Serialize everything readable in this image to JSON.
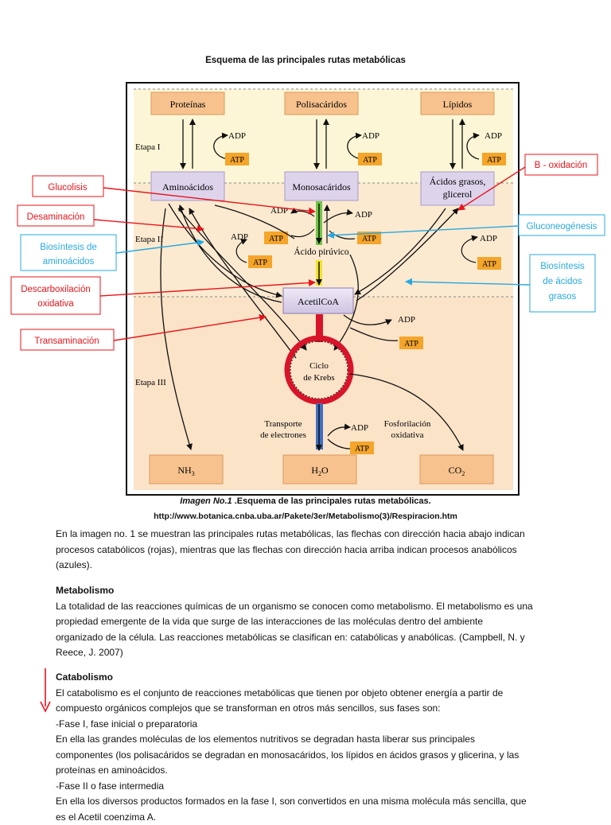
{
  "document": {
    "title": "Esquema de las principales rutas metabólicas"
  },
  "diagram": {
    "boxes": {
      "proteinas": "Proteínas",
      "polisacaridos": "Polisacáridos",
      "lipidos": "Lípidos",
      "aminoacidos": "Aminoácidos",
      "monosacaridos": "Monosacáridos",
      "acidos_grasos_1": "Ácidos grasos,",
      "acidos_grasos_2": "glicerol",
      "acetilcoa": "AcetilCoA",
      "nh3_main": "NH",
      "nh3_sub": "3",
      "h2o_h": "H",
      "h2o_sub": "2",
      "h2o_o": "O",
      "co2_main": "CO",
      "co2_sub": "2"
    },
    "stages": {
      "etapa1": "Etapa I",
      "etapa2": "Etapa II",
      "etapa3": "Etapa III"
    },
    "adp": "ADP",
    "atp": "ATP",
    "acido_piruvico": "Ácido pirúvico",
    "ciclo_krebs_1": "Ciclo",
    "ciclo_krebs_2": "de Krebs",
    "transporte_1": "Transporte",
    "transporte_2": "de electrones",
    "fosforilacion_1": "Fosforilación",
    "fosforilacion_2": "oxidativa",
    "labels": {
      "glucolisis": "Glucolisis",
      "desaminacion": "Desaminación",
      "biosintesis_aa_1": "Biosíntesis de",
      "biosintesis_aa_2": "aminoácidos",
      "descarbox_1": "Descarboxilación",
      "descarbox_2": "oxidativa",
      "transaminacion": "Transaminación",
      "b_oxidacion": "B - oxidación",
      "gluconeogenesis": "Gluconeogénesis",
      "biosintesis_ag_1": "Biosíntesis",
      "biosintesis_ag_2": "de ácidos",
      "biosintesis_ag_3": "grasos"
    },
    "colors": {
      "red_label": "#e8141b",
      "blue_label": "#29a8e0",
      "box_orange": "#f7c28e",
      "box_purple": "#ddd4ec",
      "atp_orange": "#f4a52a",
      "band1": "#fdf6d6",
      "band2": "#fcead0",
      "band3": "#fbe3c8",
      "krebs_ring": "#d8142a"
    }
  },
  "caption": {
    "prefix": "Imagen No.1",
    "text": " .Esquema de las principales rutas metabólicas.",
    "url": "http://www.botanica.cnba.uba.ar/Pakete/3er/Metabolismo(3)/Respiracion.htm"
  },
  "body": {
    "intro_lines": [
      "En la imagen no. 1 se muestran las principales rutas metabólicas, las flechas con dirección hacia abajo indican",
      "procesos catabólicos (rojas), mientras que las flechas con dirección hacia arriba indican procesos anabólicos",
      "(azules)."
    ],
    "metabolismo_heading": "Metabolismo",
    "metabolismo_lines": [
      "La totalidad de las reacciones químicas de un organismo se conocen como metabolismo. El metabolismo es una",
      "propiedad emergente de la vida que surge de las interacciones de las moléculas dentro del ambiente",
      "organizado de la célula. Las reacciones metabólicas se clasifican en: catabólicas y anabólicas. (Campbell, N. y",
      "Reece, J. 2007)"
    ],
    "catabolismo_heading": "Catabolismo",
    "catabolismo_lines": [
      "El catabolismo es el conjunto de reacciones metabólicas que tienen por objeto obtener energía a partir de",
      "compuesto orgánicos complejos que se transforman en otros más sencillos, sus fases son:",
      "-Fase I, fase inicial o preparatoria",
      "En ella las grandes moléculas de los elementos nutritivos se degradan hasta liberar sus principales",
      "componentes (los polisacáridos se degradan en monosacáridos, los lípidos en ácidos grasos y glicerina, y las",
      "proteínas en aminoácidos.",
      "-Fase II o fase intermedia",
      "En ella los diversos productos formados en la fase I, son convertidos en una misma molécula más sencilla, que",
      "es el Acetil coenzima A."
    ]
  }
}
